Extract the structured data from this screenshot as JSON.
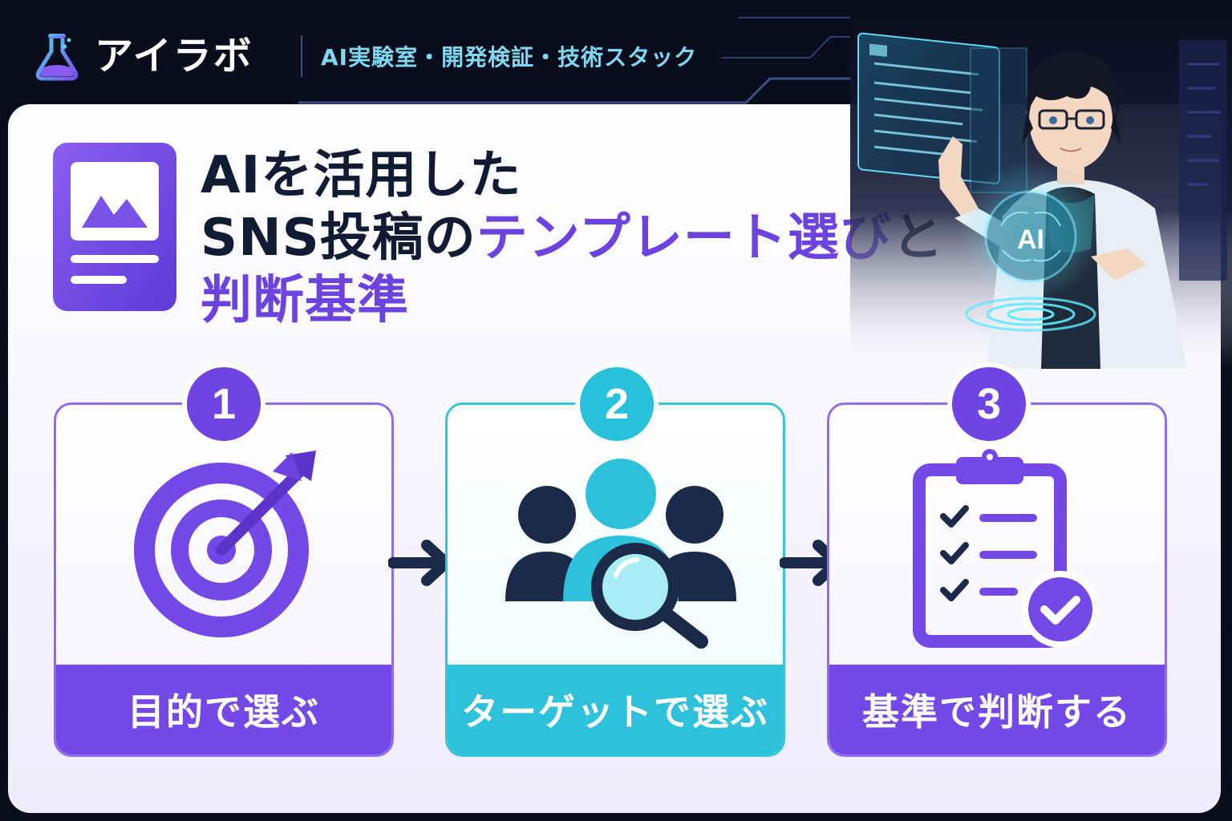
{
  "header": {
    "brand_name": "アイラボ",
    "tagline": "AI実験室・開発検証・技術スタック"
  },
  "title": {
    "line1": "AIを活用した",
    "line2_plain": "SNS投稿の",
    "line2_highlight": "テンプレート選び",
    "line2_end": "と",
    "line3": "判断基準"
  },
  "illustration": {
    "hologram_label": "AI"
  },
  "steps": [
    {
      "number": "1",
      "label": "目的で選ぶ",
      "icon": "target-icon"
    },
    {
      "number": "2",
      "label": "ターゲットで選ぶ",
      "icon": "user-search-icon"
    },
    {
      "number": "3",
      "label": "基準で判断する",
      "icon": "clipboard-check-icon"
    }
  ],
  "colors": {
    "accent_purple": "#7448e6",
    "accent_cyan": "#2ec1db",
    "text_dark": "#111b33",
    "background": "#0a0d1c"
  }
}
